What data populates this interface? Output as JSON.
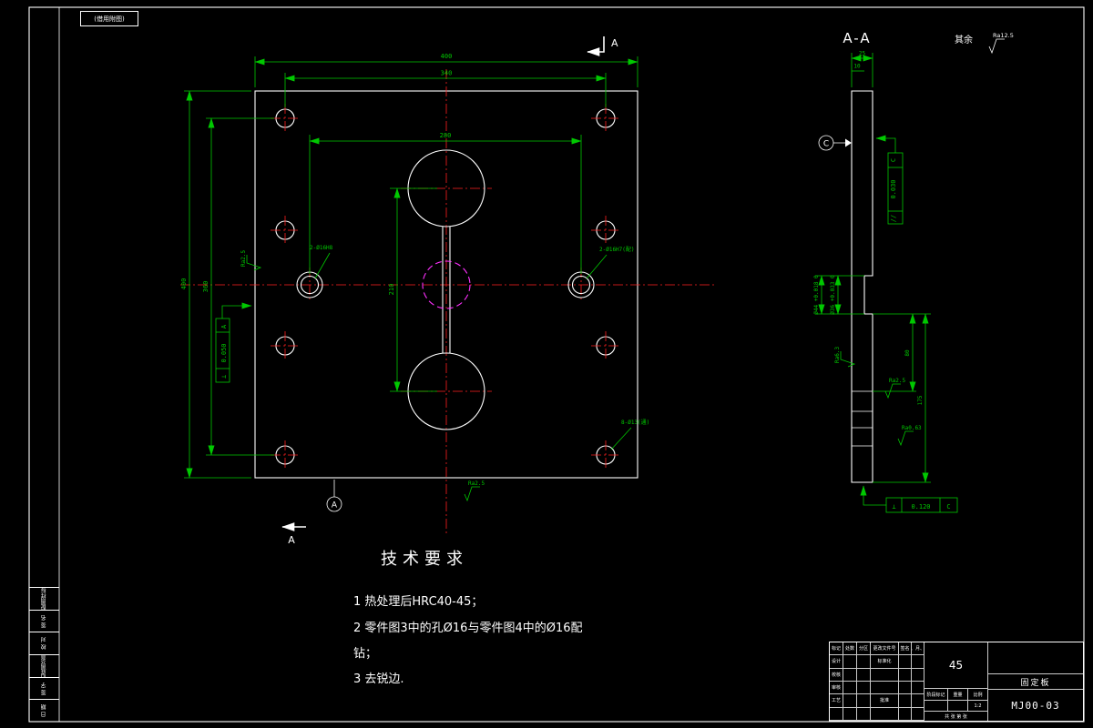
{
  "colors": {
    "background": "#000000",
    "outline": "#ffffff",
    "dimension": "#00c800",
    "centerline": "#ff2020",
    "phantom": "#ff30ff"
  },
  "frame": {
    "top_note": "(借用附图)",
    "left_strip": [
      "装配图样标记",
      "签 名",
      "校 对",
      "旧底图总号",
      "签 字",
      "日 期"
    ]
  },
  "front_view": {
    "dims": {
      "overall_width": "400",
      "hole_span_x": "340",
      "overall_height": "400",
      "hole_span_y": "360",
      "mid_hole_span": "280",
      "bore_span": "210"
    },
    "callouts": {
      "left_hole": "2-Ø16H8",
      "right_hole": "2-Ø16H7(配)",
      "corner_holes": "8-Ø13(通)"
    },
    "datum": "A",
    "section_label": "A",
    "tol_perp": {
      "sym": "⊥",
      "val": "0.050",
      "ref": "A"
    },
    "roughness_left": "Ra2.5",
    "roughness_bottom": "Ra2.5"
  },
  "section_view": {
    "title": "A-A",
    "datum": "C",
    "par": {
      "sym": "//",
      "val": "0.030",
      "ref": "C"
    },
    "perp": {
      "sym": "⊥",
      "val": "0.120",
      "ref": "C"
    },
    "dims": {
      "thickness": "25",
      "step": "10",
      "bore_large": "Ø44 +0.018 0",
      "bore_small": "Ø36 +0.033 0",
      "right_upper": "80",
      "right_lower": "175"
    },
    "roughness": {
      "mid": "Ra6.3",
      "inner": "Ra2.5",
      "lower": "Ra0.63"
    }
  },
  "general_roughness": {
    "prefix": "其余",
    "value": "Ra12.5"
  },
  "tech_requirements": {
    "title": "技术要求",
    "items": [
      "1  热处理后HRC40-45；",
      "2  零件图3中的孔Ø16与零件图4中的Ø16配",
      "钻；",
      "3  去锐边."
    ]
  },
  "title_block": {
    "material": "45",
    "part_name": "固定板",
    "drawing_no": "MJ00-03",
    "header": [
      "标记",
      "处数",
      "分区",
      "更改文件号",
      "签名",
      "年、月、日"
    ],
    "rows": [
      "设计",
      "校核",
      "审核",
      "工艺",
      "批准"
    ],
    "standard_cell": "标准化",
    "stage_label": "阶段标记",
    "weight_label": "重量",
    "scale_label": "比例",
    "scale_value": "1:2",
    "sheet_note": "共 张 第 张"
  }
}
